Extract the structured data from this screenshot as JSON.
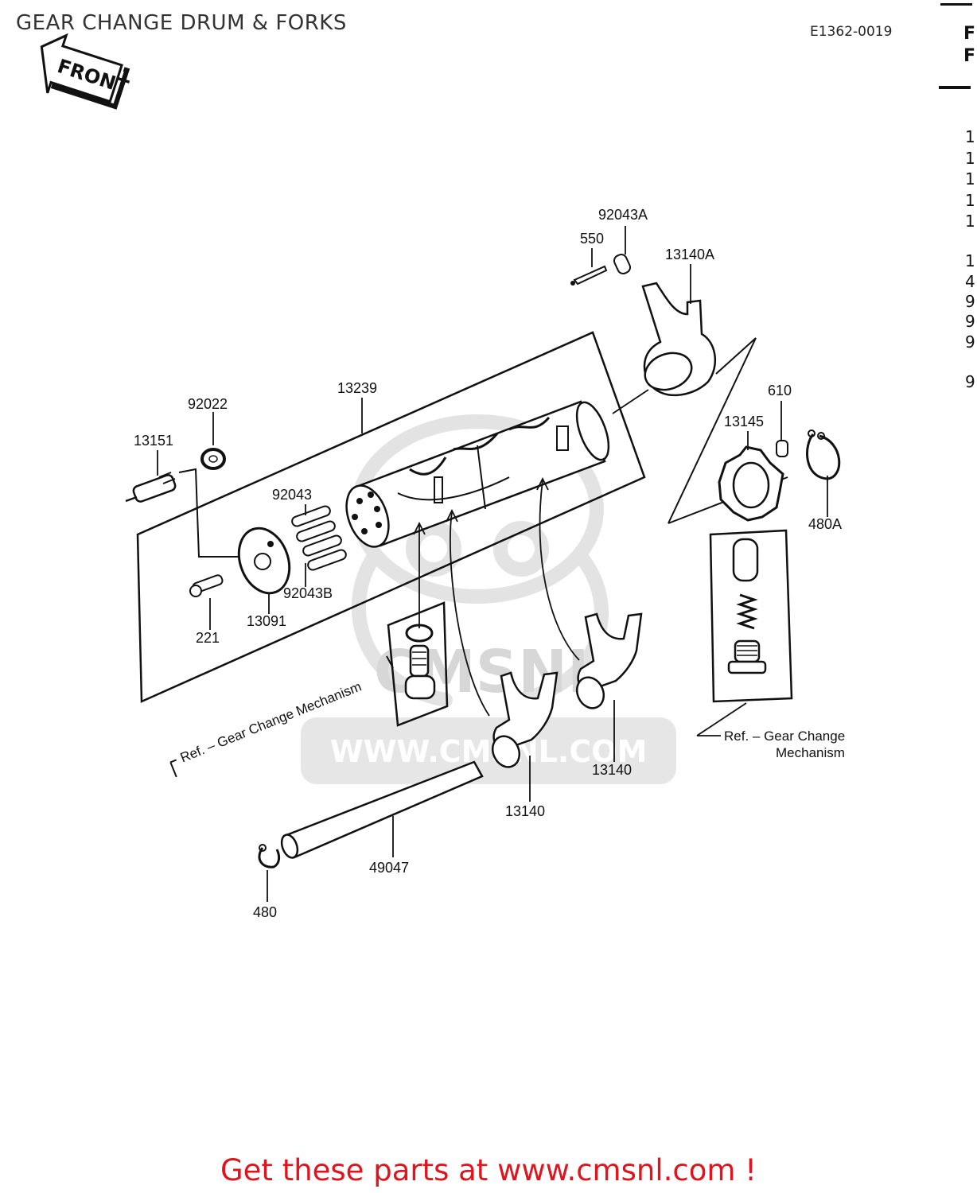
{
  "header": {
    "title": "GEAR CHANGE DRUM & FORKS",
    "diagram_code": "E1362-0019"
  },
  "front_arrow": {
    "label": "FRONT"
  },
  "right_strip": {
    "header_chars": [
      "F",
      "F"
    ],
    "row_chars": [
      "1",
      "1",
      "1",
      "1",
      "1",
      "1",
      "4",
      "9",
      "9",
      "9",
      "9"
    ]
  },
  "parts": {
    "p92043A": "92043A",
    "p550": "550",
    "p13140A": "13140A",
    "p13239": "13239",
    "p92022": "92022",
    "p13151": "13151",
    "p610": "610",
    "p13145": "13145",
    "p480A": "480A",
    "p92043": "92043",
    "p92043B": "92043B",
    "p13091": "13091",
    "p221": "221",
    "p13140_left": "13140",
    "p13140_right": "13140",
    "p49047": "49047",
    "p480": "480"
  },
  "references": {
    "left": "Ref. – Gear Change Mechanism",
    "right_line1": "Ref. – Gear Change",
    "right_line2": "Mechanism"
  },
  "watermark": {
    "text": "WWW.CMSNL.COM",
    "logo": "CMSNL"
  },
  "footer": {
    "cta": "Get these parts at www.cmsnl.com !"
  }
}
